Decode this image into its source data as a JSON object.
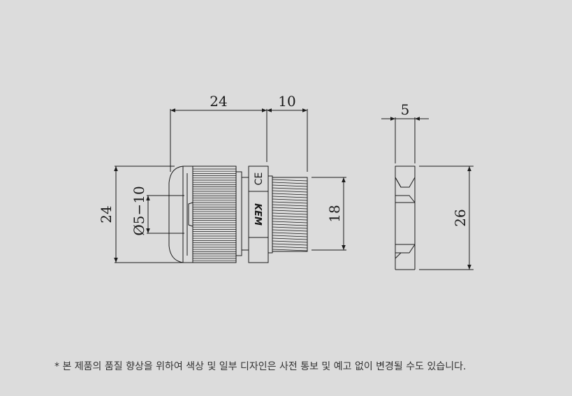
{
  "dimensions": {
    "front_length": "24",
    "thread_length": "10",
    "overall_height": "24",
    "cable_range": "Ø5−10",
    "thread_diameter": "18",
    "nut_thickness": "5",
    "nut_width": "26"
  },
  "markings": {
    "ce": "CE",
    "brand": "KEM"
  },
  "notice": "* 본 제품의 품질 향상을 위하여 색상 및 일부 디자인은 사전 통보 및 예고 없이 변경될 수도 있습니다.",
  "colors": {
    "background": "#dcdcdc",
    "line": "#1a1a1a"
  }
}
